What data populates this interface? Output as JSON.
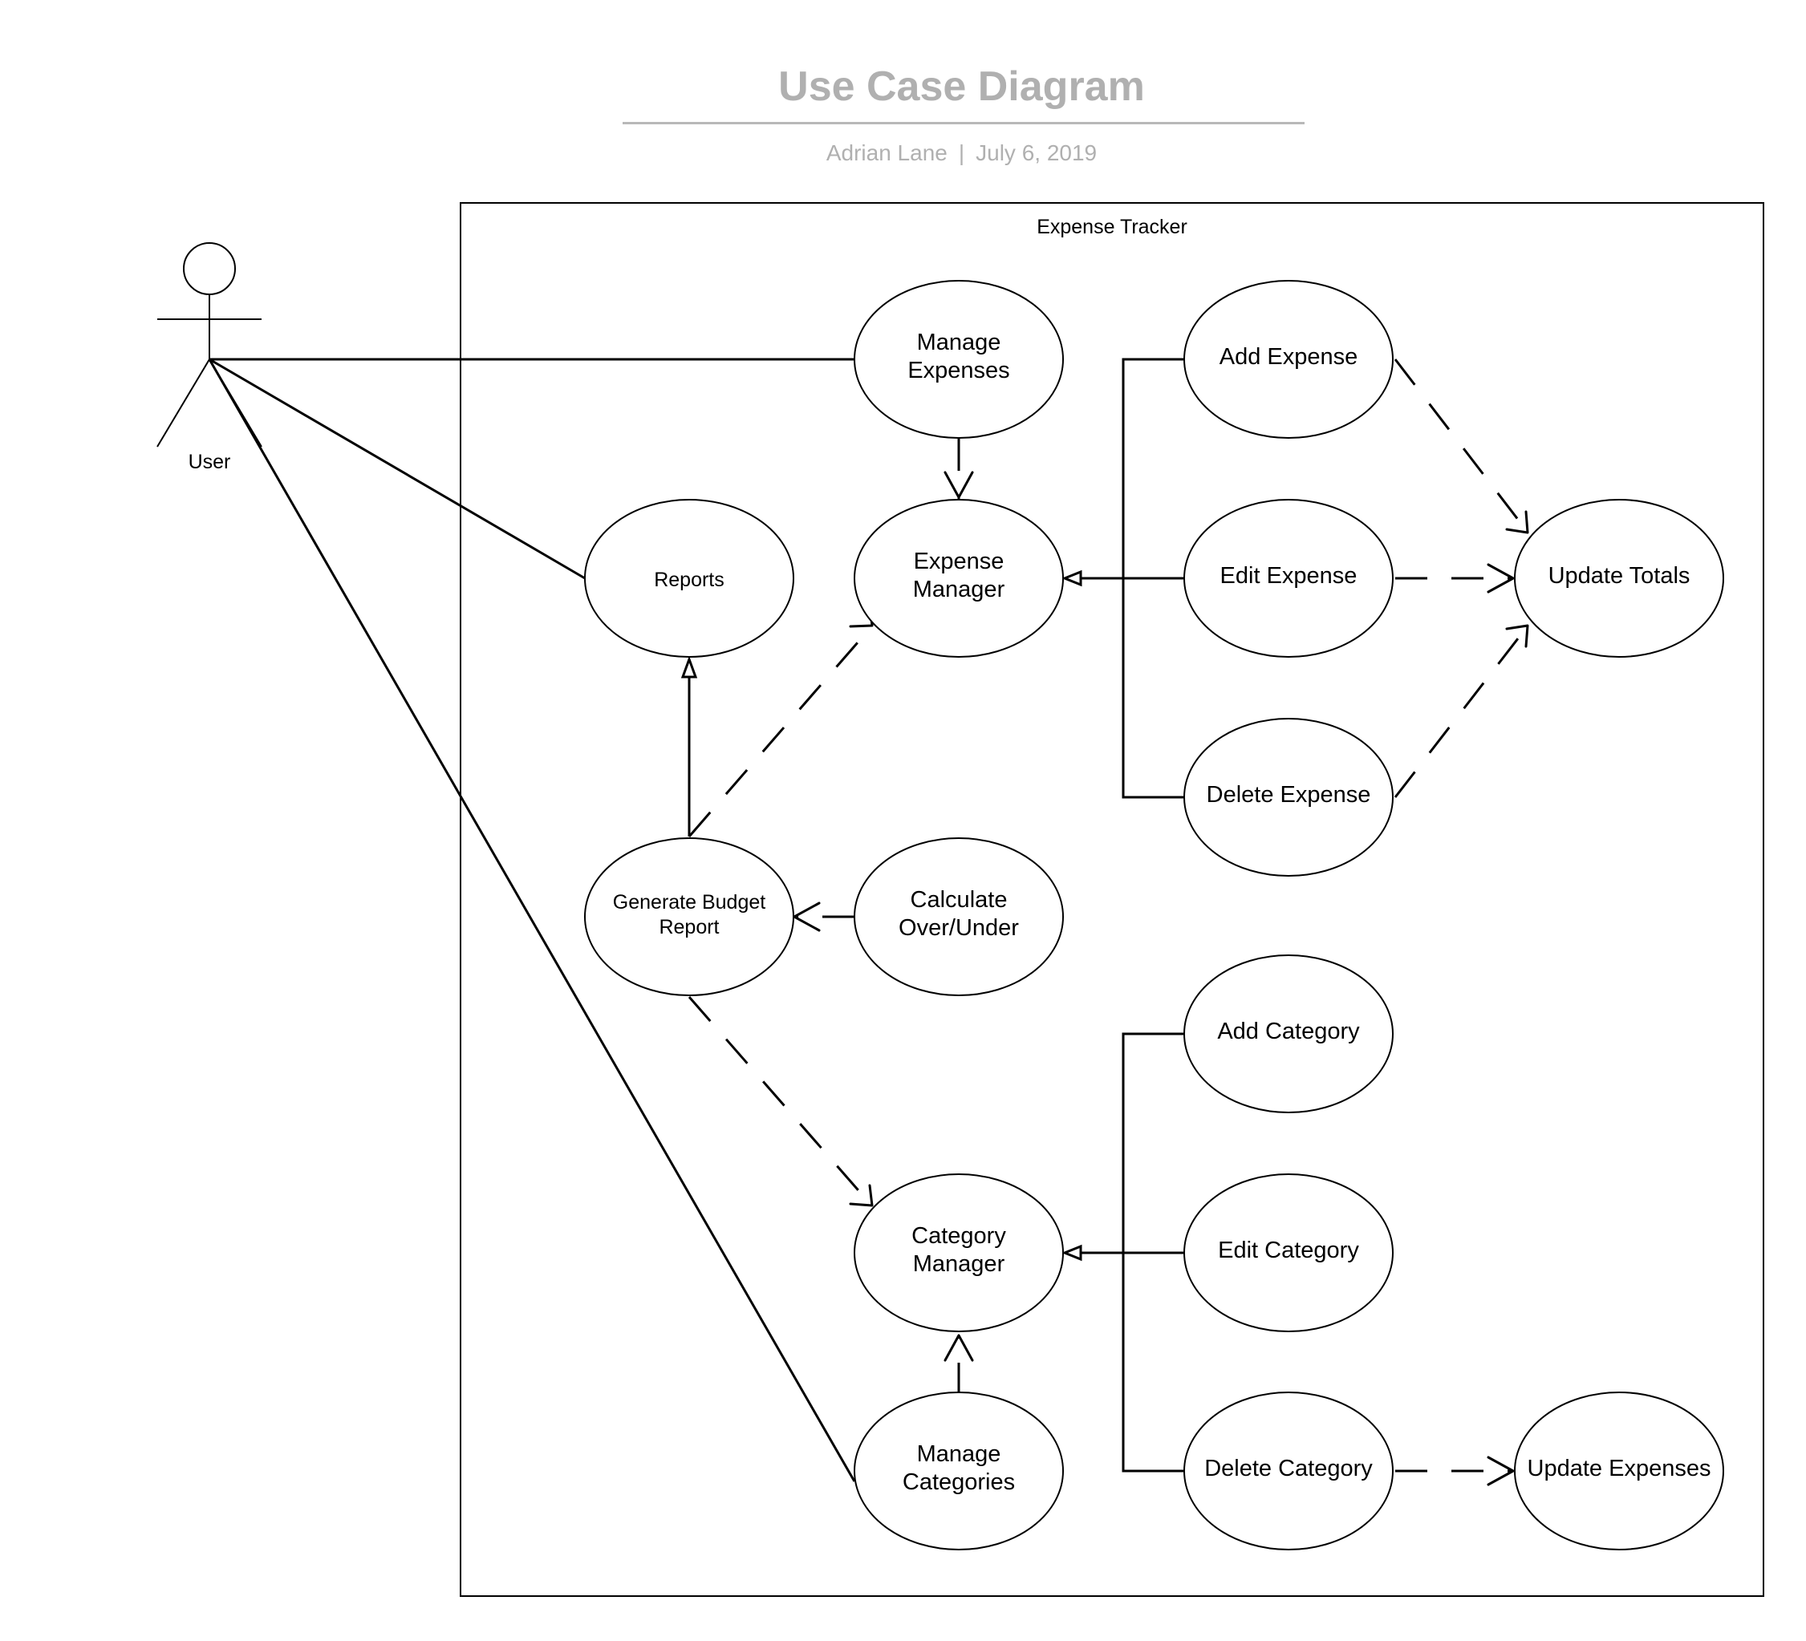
{
  "header": {
    "title": "Use Case Diagram",
    "author": "Adrian Lane",
    "separator": "|",
    "date": "July 6, 2019"
  },
  "system": {
    "name": "Expense Tracker"
  },
  "actor": {
    "name": "User"
  },
  "use_cases": {
    "manage_expenses": [
      "Manage",
      "Expenses"
    ],
    "expense_manager": [
      "Expense",
      "Manager"
    ],
    "reports": [
      "Reports"
    ],
    "generate_budget_report": [
      "Generate Budget",
      "Report"
    ],
    "calculate_over_under": [
      "Calculate",
      "Over/Under"
    ],
    "category_manager": [
      "Category",
      "Manager"
    ],
    "manage_categories": [
      "Manage",
      "Categories"
    ],
    "add_expense": [
      "Add Expense"
    ],
    "edit_expense": [
      "Edit Expense"
    ],
    "delete_expense": [
      "Delete Expense"
    ],
    "update_totals": [
      "Update Totals"
    ],
    "add_category": [
      "Add Category"
    ],
    "edit_category": [
      "Edit Category"
    ],
    "delete_category": [
      "Delete Category"
    ],
    "update_expenses": [
      "Update Expenses"
    ]
  }
}
